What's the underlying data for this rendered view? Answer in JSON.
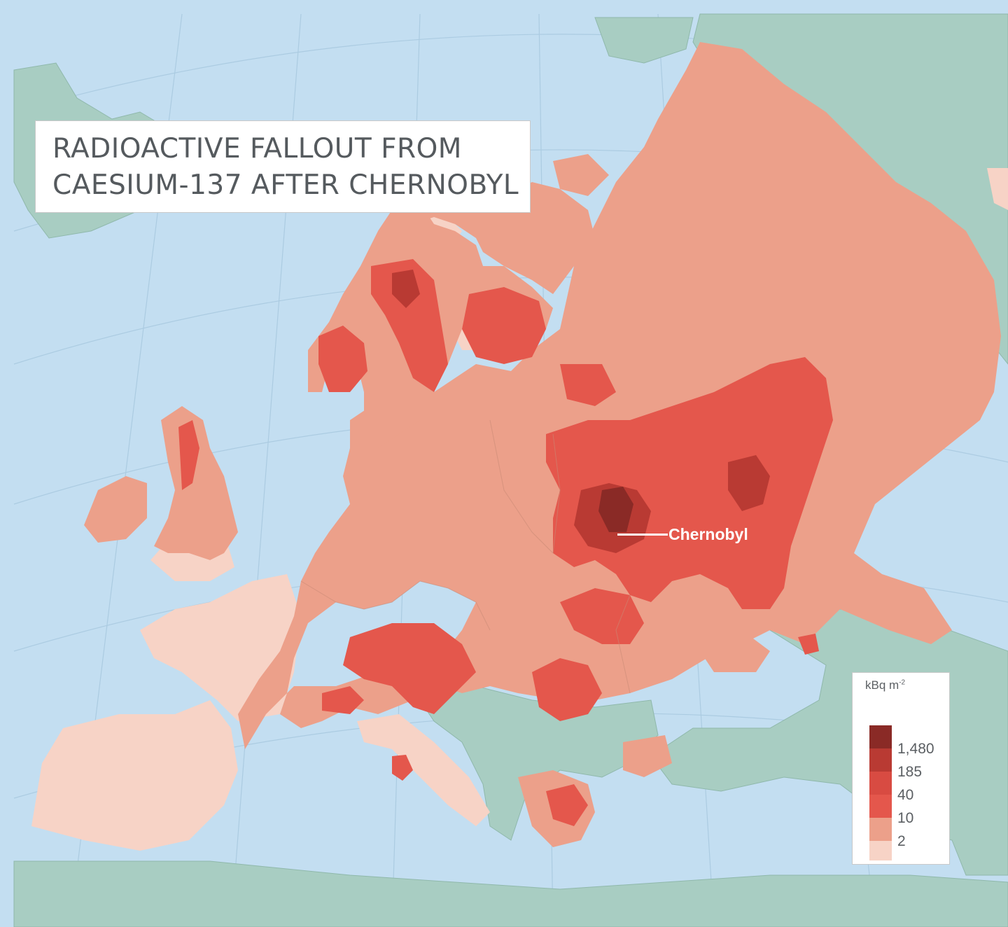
{
  "map": {
    "title_line_1": "RADIOACTIVE FALLOUT FROM",
    "title_line_2": "CAESIUM-137 AFTER CHERNOBYL",
    "annotation": "Chernobyl",
    "colors": {
      "sea": "#c3def1",
      "land_other": "#a8cdc2",
      "border": "#000000"
    }
  },
  "legend": {
    "unit": "kBq m",
    "unit_exponent": "-2",
    "classes": [
      {
        "color": "#8a2a26"
      },
      {
        "color": "#b93a33"
      },
      {
        "color": "#d84b42"
      },
      {
        "color": "#e4574c"
      },
      {
        "color": "#eca08a"
      },
      {
        "color": "#f7d3c6"
      }
    ],
    "labels": [
      "1,480",
      "185",
      "40",
      "10",
      "2"
    ]
  }
}
